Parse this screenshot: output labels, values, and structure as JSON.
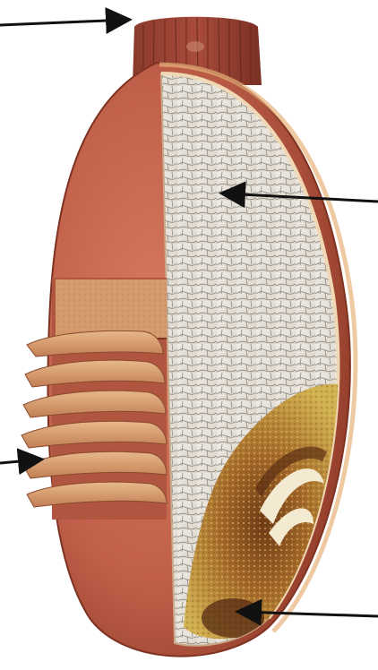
{
  "diagram": {
    "subject": "grain-kernel-cross-section",
    "labels": [],
    "pointer_arrows": [
      {
        "id": "brush",
        "direction": "right"
      },
      {
        "id": "endosperm",
        "direction": "left"
      },
      {
        "id": "bran-layers",
        "direction": "right"
      },
      {
        "id": "germ",
        "direction": "left"
      }
    ],
    "colors": {
      "background": "#ffffff",
      "bran": "#c0604a",
      "bran_dark": "#9a3f2c",
      "endosperm": "#e8e4dc",
      "endosperm_cells": "#7a7670",
      "germ": "#c9a74a",
      "germ_dark": "#7a4a1e",
      "arrow": "#111111"
    }
  }
}
